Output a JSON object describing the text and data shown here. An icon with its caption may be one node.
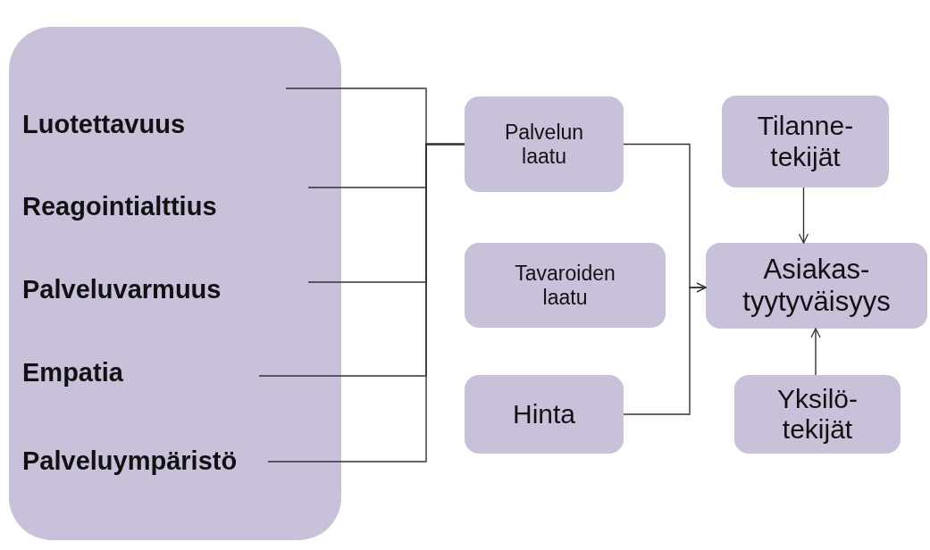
{
  "diagram": {
    "nodes": [
      {
        "text": [
          "Luotettavuus",
          "Reagointialttius",
          "Palveluvarmuus",
          "Empatia",
          "Palveluympäristö"
        ]
      },
      {
        "text": [
          "Palvelun laatu"
        ]
      },
      {
        "text": [
          "Tavaroiden laatu"
        ]
      },
      {
        "text": [
          "Hinta"
        ]
      },
      {
        "text": [
          "Tilanne- tekijät"
        ]
      },
      {
        "text": [
          "Asiakas- tyytyväisyys"
        ]
      },
      {
        "text": [
          "Yksilö- tekijät"
        ]
      }
    ],
    "edges": [
      {
        "from": 0,
        "to": 1,
        "arrow": "none"
      },
      {
        "from": 0,
        "to": 1,
        "arrow": "none"
      },
      {
        "from": 0,
        "to": 1,
        "arrow": "none"
      },
      {
        "from": 0,
        "to": 1,
        "arrow": "none"
      },
      {
        "from": 0,
        "to": 1,
        "arrow": "none"
      },
      {
        "from": 1,
        "to": 5,
        "arrow": "to"
      },
      {
        "from": 3,
        "to": 5,
        "arrow": "to"
      },
      {
        "from": 4,
        "to": 5,
        "arrow": "to"
      },
      {
        "from": 6,
        "to": 5,
        "arrow": "to"
      }
    ]
  }
}
